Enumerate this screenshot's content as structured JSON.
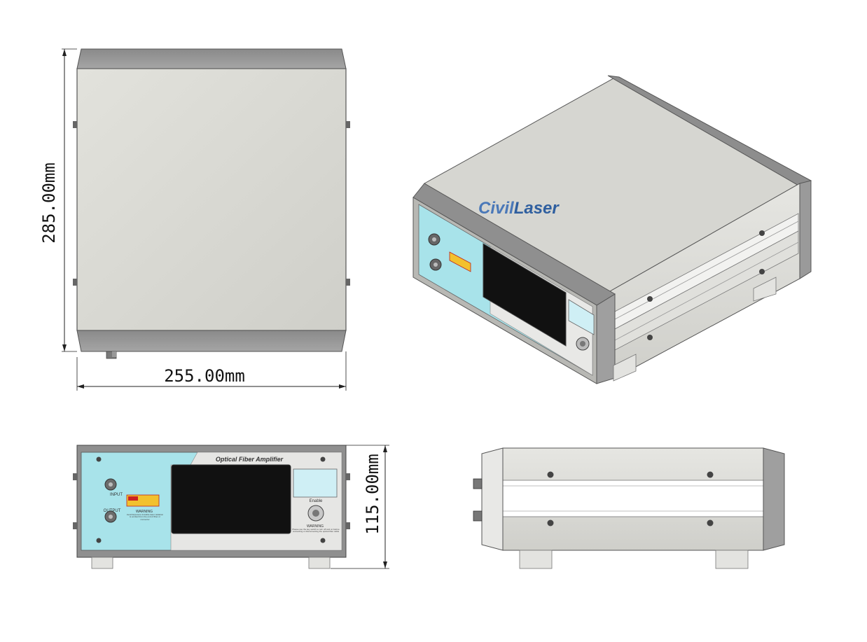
{
  "dimensions": {
    "width": "255.00mm",
    "depth": "285.00mm",
    "height": "115.00mm"
  },
  "brand": {
    "name_prefix": "Civil",
    "name_suffix": "Laser",
    "prefix_color": "#3e6fb0",
    "suffix_color": "#2f5f9f"
  },
  "front_panel": {
    "title": "Optical Fiber Amplifier",
    "input_label": "INPUT",
    "output_label": "OUTPUT",
    "enable_label": "Enable",
    "warning_title": "WARNING",
    "warning_text_left": "Avoid Exposure Invisible laser radiation is emitted from the end of fiber or connector",
    "warning_text_right": "Please use the key switch to turn off and on before connecting or disconnecting the optical fiber cable"
  },
  "colors": {
    "panel": "#a8e3ea",
    "body": "#dcdcd6",
    "frame": "#8f8f8f",
    "screen": "#111111"
  }
}
